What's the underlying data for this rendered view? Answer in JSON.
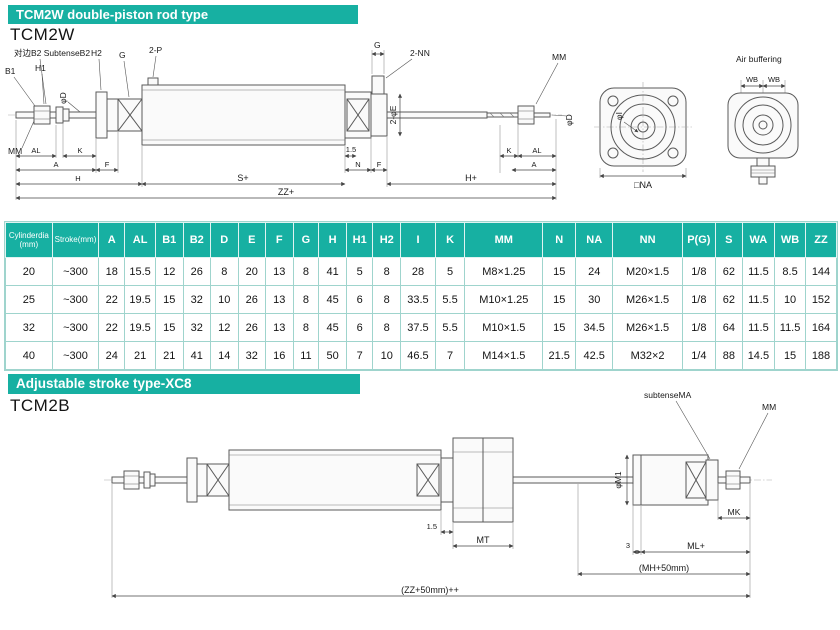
{
  "colors": {
    "teal": "#17b0a2",
    "grid": "#9fd4cd"
  },
  "header1": {
    "banner": "TCM2W double-piston rod type",
    "model": "TCM2W"
  },
  "section2": {
    "banner": "Adjustable stroke type-XC8",
    "model": "TCM2B"
  },
  "drawing1": {
    "labels": {
      "subtense": "对边B2 SubtenseB2",
      "b1": "B1",
      "h1": "H1",
      "h2": "H2",
      "g_left": "G",
      "p_ports": "2-P",
      "g_top": "G",
      "nn_ports": "2-NN",
      "mm_left": "MM",
      "mm_right": "MM",
      "d_left": "φD",
      "d_right": "φD",
      "e_ports": "2-φE",
      "al_left": "AL",
      "a_left": "A",
      "k_left": "K",
      "f_left": "F",
      "h": "H",
      "one_five": "1.5",
      "n": "N",
      "f_right": "F",
      "k_right": "K",
      "al_right": "AL",
      "a_right": "A",
      "s_plus": "S+",
      "h_plus": "H+",
      "zz_plus": "ZZ+",
      "i_dia": "φI",
      "na_square": "□NA",
      "air_buffering": "Air buffering",
      "wb_left": "WB",
      "wb_right": "WB"
    }
  },
  "drawing2": {
    "labels": {
      "subtense_ma": "subtenseMA",
      "mm": "MM",
      "m1_dia": "φM1",
      "mk": "MK",
      "mt": "MT",
      "one_five": "1.5",
      "three": "3",
      "ml_plus": "ML+",
      "mh_50": "(MH+50mm)",
      "zz_50": "(ZZ+50mm)++"
    }
  },
  "table": {
    "headers": [
      "Cylinderdia (mm)",
      "Stroke(mm)",
      "A",
      "AL",
      "B1",
      "B2",
      "D",
      "E",
      "F",
      "G",
      "H",
      "H1",
      "H2",
      "I",
      "K",
      "MM",
      "N",
      "NA",
      "NN",
      "P(G)",
      "S",
      "WA",
      "WB",
      "ZZ"
    ],
    "rows": [
      [
        "20",
        "~300",
        "18",
        "15.5",
        "12",
        "26",
        "8",
        "20",
        "13",
        "8",
        "41",
        "5",
        "8",
        "28",
        "5",
        "M8×1.25",
        "15",
        "24",
        "M20×1.5",
        "1/8",
        "62",
        "11.5",
        "8.5",
        "144"
      ],
      [
        "25",
        "~300",
        "22",
        "19.5",
        "15",
        "32",
        "10",
        "26",
        "13",
        "8",
        "45",
        "6",
        "8",
        "33.5",
        "5.5",
        "M10×1.25",
        "15",
        "30",
        "M26×1.5",
        "1/8",
        "62",
        "11.5",
        "10",
        "152"
      ],
      [
        "32",
        "~300",
        "22",
        "19.5",
        "15",
        "32",
        "12",
        "26",
        "13",
        "8",
        "45",
        "6",
        "8",
        "37.5",
        "5.5",
        "M10×1.5",
        "15",
        "34.5",
        "M26×1.5",
        "1/8",
        "64",
        "11.5",
        "11.5",
        "164"
      ],
      [
        "40",
        "~300",
        "24",
        "21",
        "21",
        "41",
        "14",
        "32",
        "16",
        "11",
        "50",
        "7",
        "10",
        "46.5",
        "7",
        "M14×1.5",
        "21.5",
        "42.5",
        "M32×2",
        "1/4",
        "88",
        "14.5",
        "15",
        "188"
      ]
    ]
  }
}
